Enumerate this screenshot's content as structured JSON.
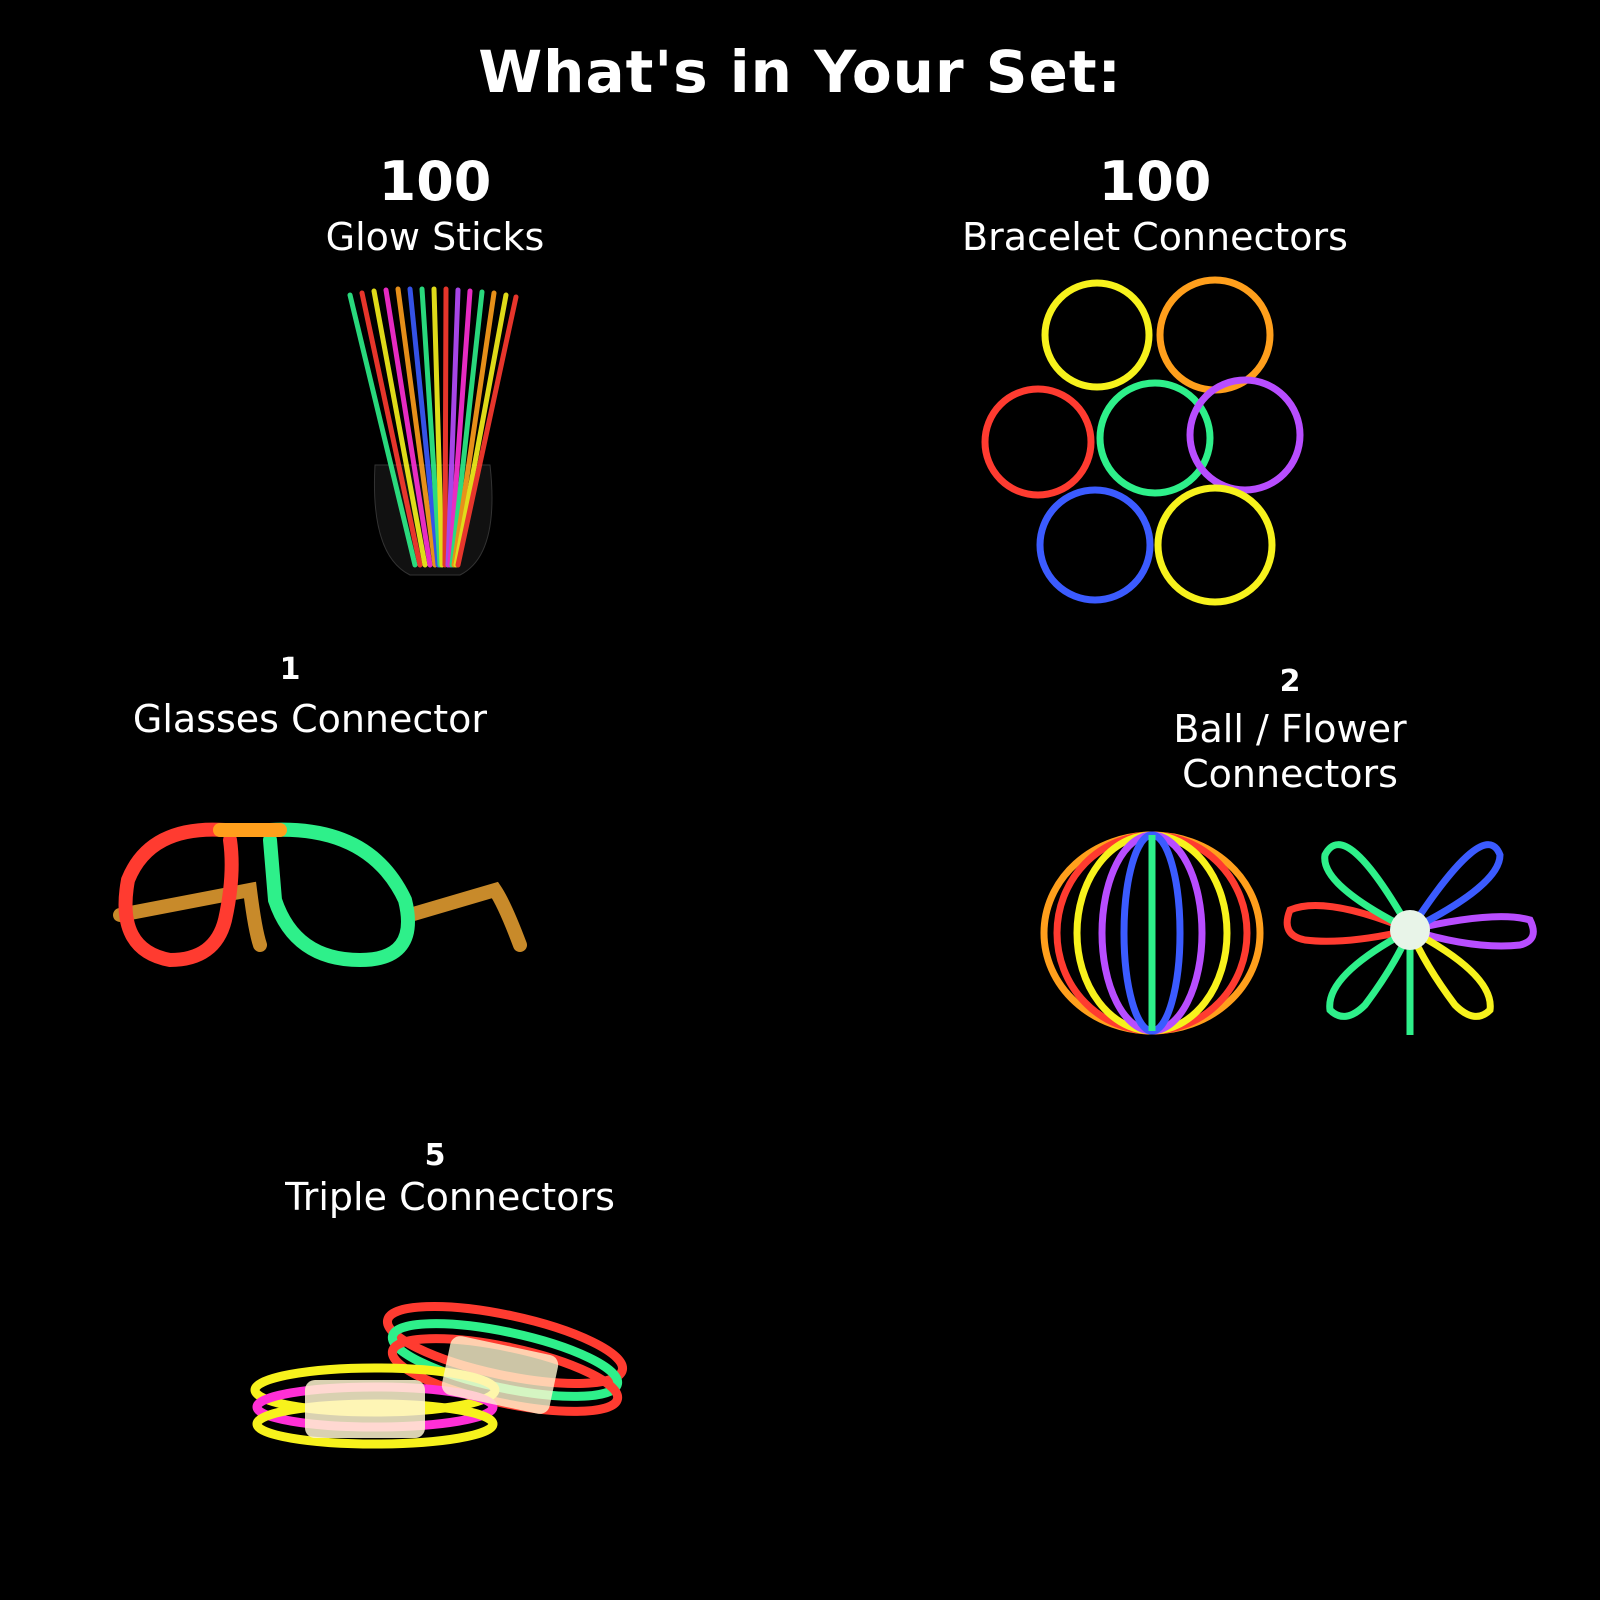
{
  "title": "What's in Your Set:",
  "items": [
    {
      "count": "100",
      "label": "Glow Sticks"
    },
    {
      "count": "100",
      "label": "Bracelet Connectors"
    },
    {
      "count": "1",
      "label": "Glasses Connector"
    },
    {
      "count": "2",
      "label_line1": "Ball / Flower",
      "label_line2": "Connectors"
    },
    {
      "count": "5",
      "label": "Triple Connectors"
    }
  ],
  "colors": {
    "red": "#ff3b30",
    "green": "#2ef08a",
    "yellow": "#f7f21c",
    "orange": "#ff9f1c",
    "purple": "#b84dff",
    "blue": "#3b5bff",
    "pink": "#ff2fd6"
  }
}
